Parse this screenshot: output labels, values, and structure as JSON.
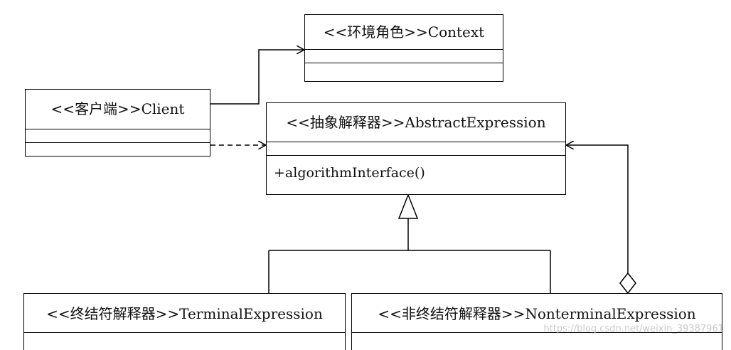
{
  "classes": {
    "context": {
      "name": "<<环境角色>>Context",
      "operations": []
    },
    "client": {
      "name": "<<客户端>>Client",
      "operations": []
    },
    "abstract_expression": {
      "name": "<<抽象解释器>>AbstractExpression",
      "operations": [
        "+algorithmInterface()"
      ]
    },
    "terminal_expression": {
      "name": "<<终结符解释器>>TerminalExpression",
      "operations": []
    },
    "nonterminal_expression": {
      "name": "<<非终结符解释器>>NonterminalExpression",
      "operations": []
    }
  },
  "relations": [
    {
      "type": "association",
      "from": "client",
      "to": "context"
    },
    {
      "type": "dependency",
      "from": "client",
      "to": "abstract_expression"
    },
    {
      "type": "generalization",
      "from": "terminal_expression",
      "to": "abstract_expression"
    },
    {
      "type": "generalization",
      "from": "nonterminal_expression",
      "to": "abstract_expression"
    },
    {
      "type": "aggregation",
      "from": "nonterminal_expression",
      "to": "abstract_expression"
    }
  ],
  "watermark": "https://blog.csdn.net/weixin_39387961"
}
